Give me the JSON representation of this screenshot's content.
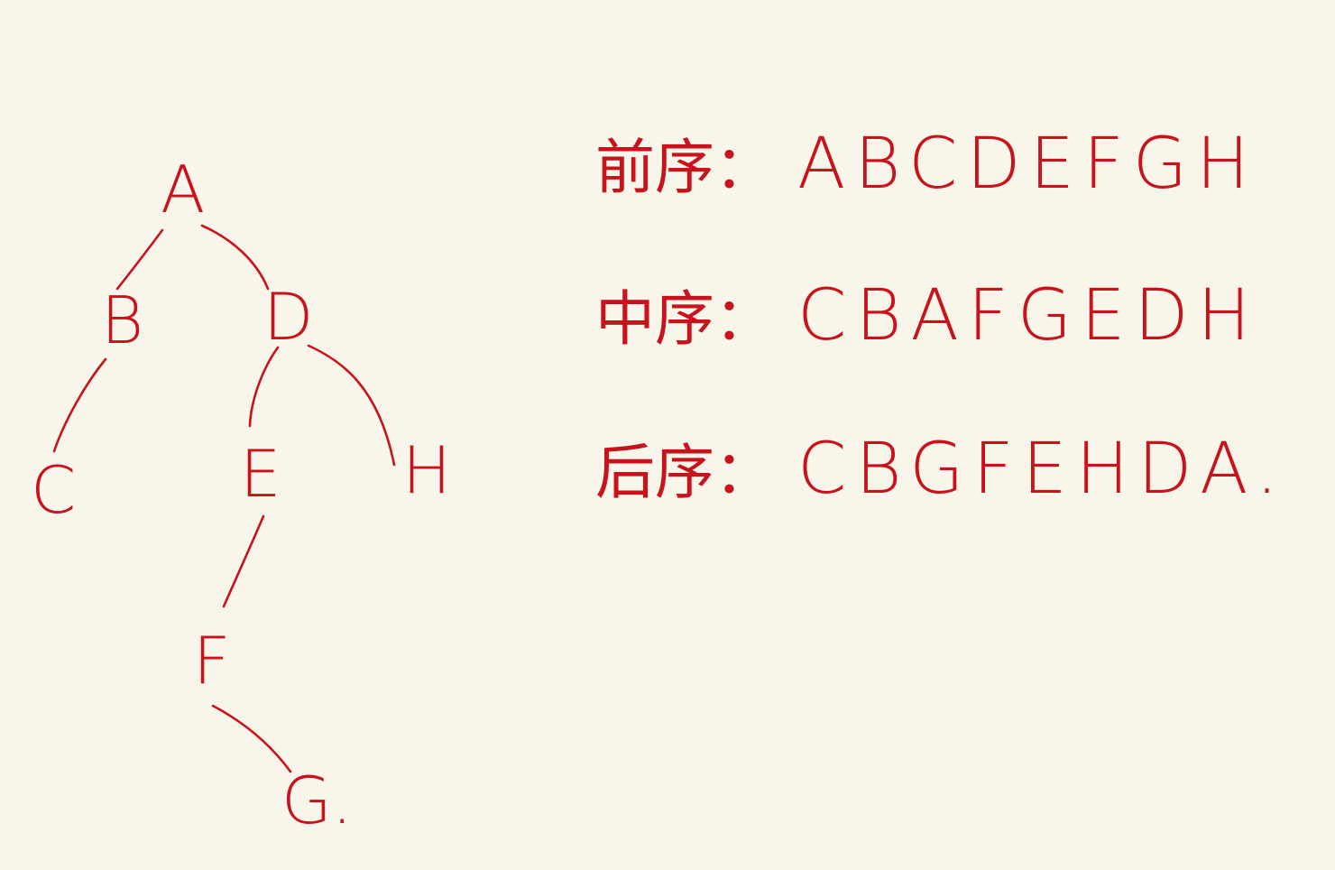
{
  "tree": {
    "nodes": [
      {
        "id": "A",
        "label": "A"
      },
      {
        "id": "B",
        "label": "B"
      },
      {
        "id": "D",
        "label": "D"
      },
      {
        "id": "C",
        "label": "C"
      },
      {
        "id": "E",
        "label": "E"
      },
      {
        "id": "H",
        "label": "H"
      },
      {
        "id": "F",
        "label": "F"
      },
      {
        "id": "G",
        "label": "G."
      }
    ],
    "edges": [
      [
        "A",
        "B"
      ],
      [
        "A",
        "D"
      ],
      [
        "B",
        "C"
      ],
      [
        "D",
        "E"
      ],
      [
        "D",
        "H"
      ],
      [
        "E",
        "F"
      ],
      [
        "F",
        "G"
      ]
    ]
  },
  "traversals": {
    "preorder": {
      "label": "前序：",
      "sequence": "ABCDEFGH"
    },
    "inorder": {
      "label": "中序：",
      "sequence": "CBAFGEDH"
    },
    "postorder": {
      "label": "后序：",
      "sequence": "CBGFEHDA."
    }
  },
  "colors": {
    "ink": "#c8121c",
    "background": "#f8f5ea"
  }
}
